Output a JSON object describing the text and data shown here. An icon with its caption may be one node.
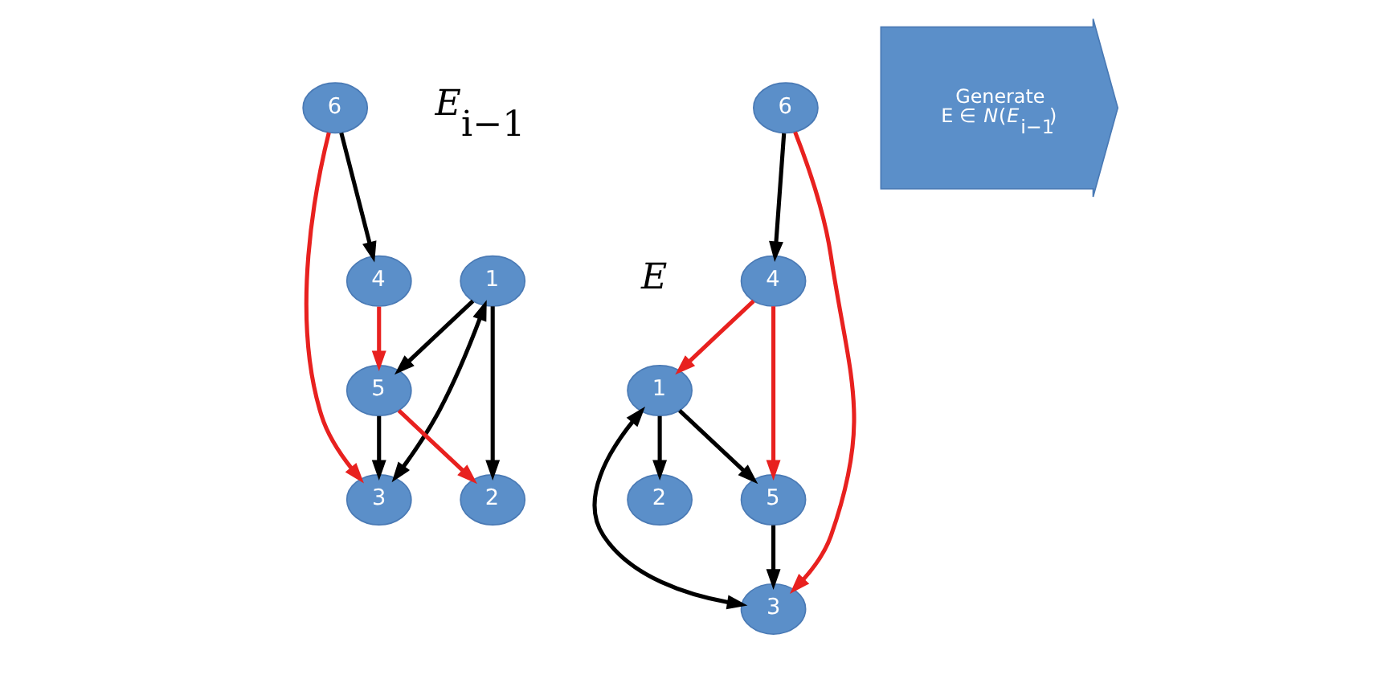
{
  "diagram": {
    "nodes": [
      {
        "text": [
          "1"
        ]
      },
      {
        "text": [
          "2"
        ]
      },
      {
        "text": [
          "3"
        ]
      },
      {
        "text": [
          "4"
        ]
      },
      {
        "text": [
          "5"
        ]
      },
      {
        "text": [
          "6"
        ]
      },
      {
        "text": [
          "Generate",
          "E ∈ *N*(*E*$_{i−1}$)"
        ]
      },
      {
        "text": [
          "1"
        ]
      },
      {
        "text": [
          "2"
        ]
      },
      {
        "text": [
          "3"
        ]
      },
      {
        "text": [
          "4"
        ]
      },
      {
        "text": [
          "5"
        ]
      },
      {
        "text": [
          "6"
        ]
      }
    ],
    "edges": [
      {
        "from": 0,
        "to": 1,
        "arrow": "to"
      },
      {
        "from": 0,
        "to": 2,
        "arrow": "both"
      },
      {
        "from": 4,
        "to": 1,
        "arrow": "to",
        "color": "#e8211f"
      },
      {
        "from": 5,
        "to": 2,
        "arrow": "to",
        "color": "#e8211f"
      },
      {
        "from": 5,
        "to": 3,
        "arrow": "to"
      },
      {
        "from": 0,
        "to": 4,
        "arrow": "to"
      },
      {
        "from": 4,
        "to": 2,
        "arrow": "to"
      },
      {
        "from": 3,
        "to": 4,
        "arrow": "to",
        "color": "#e8211f"
      },
      {
        "from": 7,
        "to": 8,
        "arrow": "to"
      },
      {
        "from": 7,
        "to": 9,
        "arrow": "both"
      },
      {
        "from": 10,
        "to": 7,
        "arrow": "to",
        "color": "#e8211f"
      },
      {
        "from": 12,
        "to": 9,
        "arrow": "to",
        "color": "#e8211f"
      },
      {
        "from": 12,
        "to": 10,
        "arrow": "to"
      },
      {
        "from": 7,
        "to": 11,
        "arrow": "to"
      },
      {
        "from": 11,
        "to": 9,
        "arrow": "to"
      },
      {
        "from": 10,
        "to": 11,
        "arrow": "to",
        "color": "#e8211f"
      }
    ],
    "labels": [
      "*E*$_{i−1}$",
      "*E*"
    ]
  }
}
